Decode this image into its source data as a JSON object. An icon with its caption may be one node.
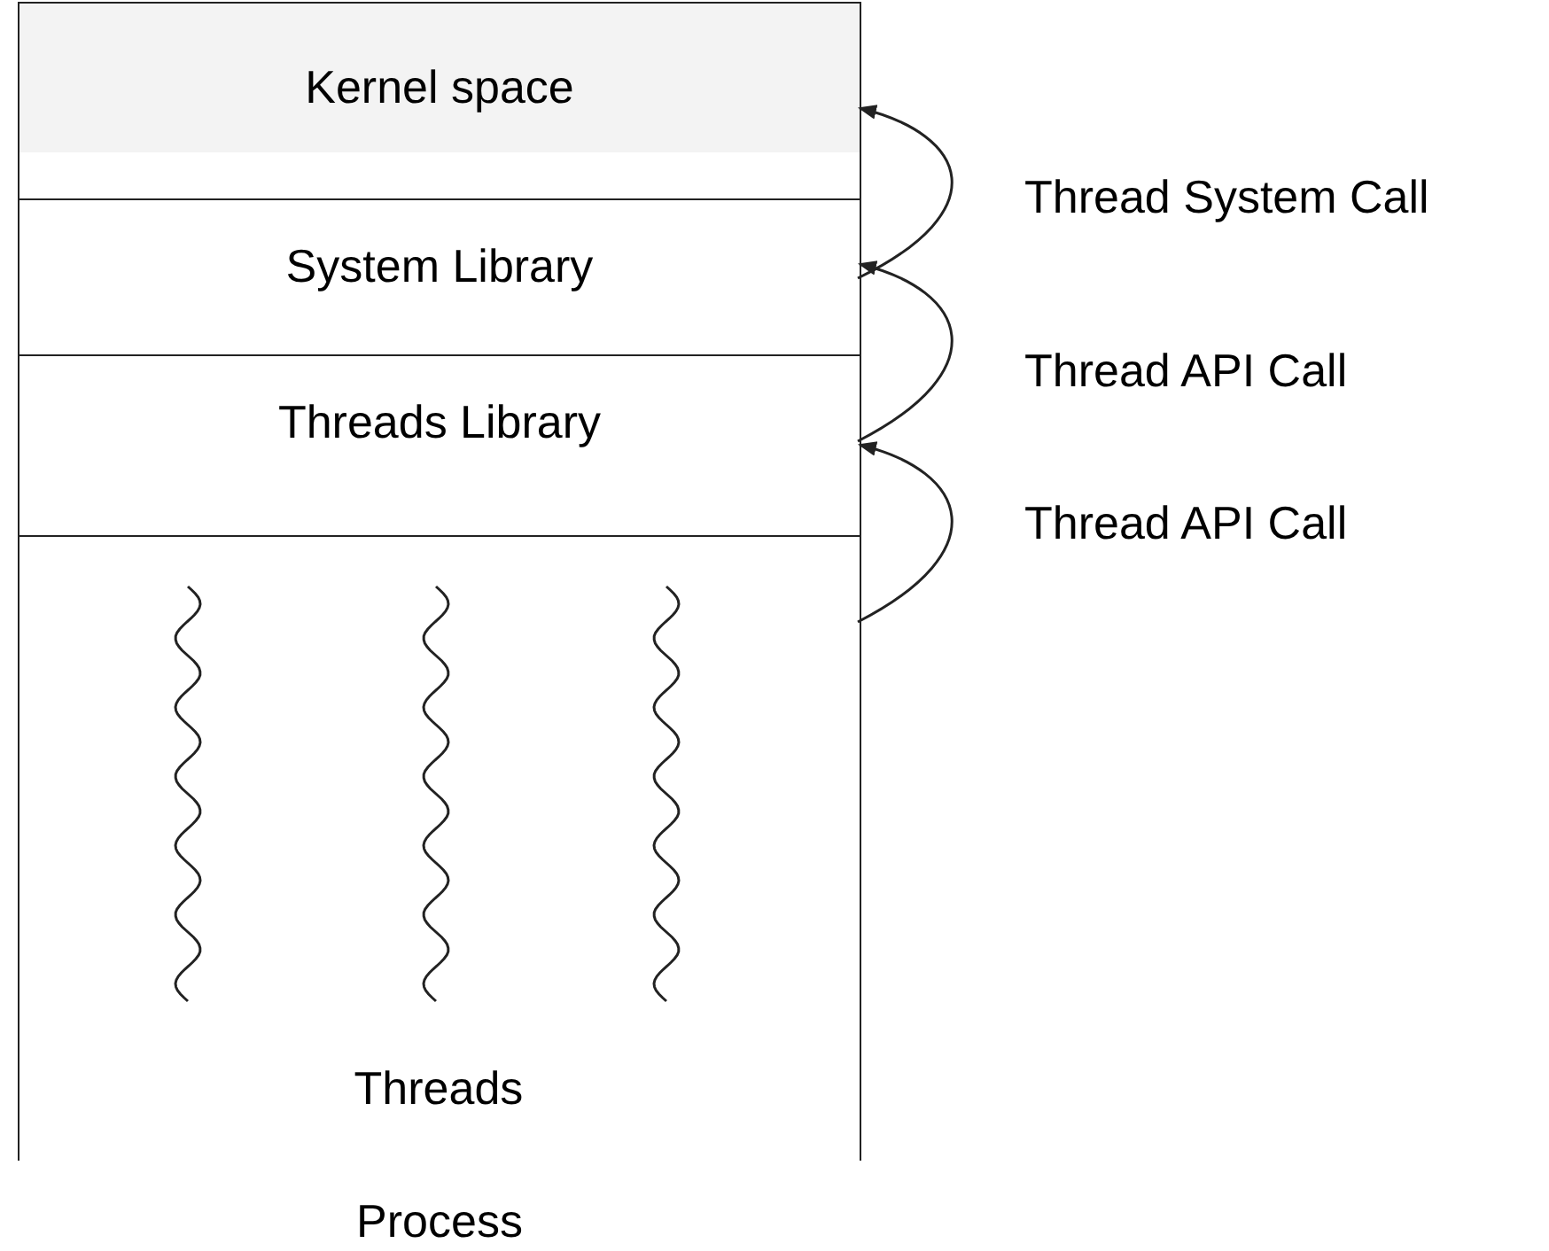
{
  "diagram": {
    "nodes": [
      {
        "text": [
          "Process"
        ]
      },
      {
        "text": [
          "Kernel space"
        ],
        "in": 0
      },
      {
        "text": [
          "System Library"
        ],
        "in": 0
      },
      {
        "text": [
          "Threads Library"
        ],
        "in": 0
      },
      {
        "text": [
          "Threads"
        ],
        "in": 0
      }
    ],
    "edges": [
      {
        "from": 4,
        "to": 3,
        "arrow": "to",
        "label": "Thread API Call"
      },
      {
        "from": 3,
        "to": 2,
        "arrow": "to",
        "label": "Thread API Call"
      },
      {
        "from": 2,
        "to": 1,
        "arrow": "to",
        "label": "Thread System Call"
      }
    ]
  }
}
